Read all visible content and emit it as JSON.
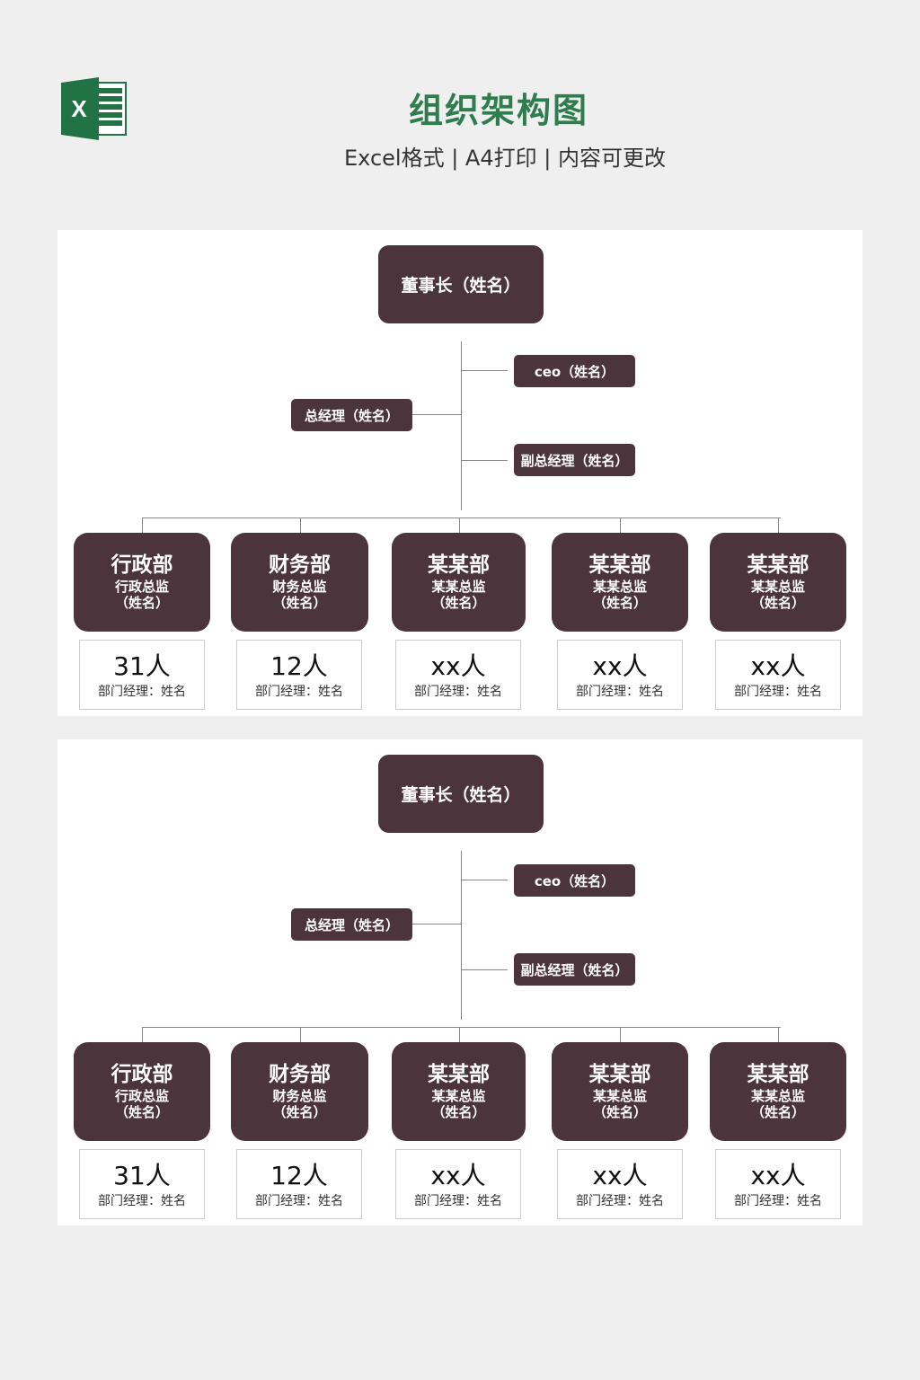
{
  "header": {
    "title": "组织架构图",
    "subtitle": "Excel格式 | A4打印 | 内容可更改",
    "logo_icon": "excel-icon",
    "logo_letter": "X"
  },
  "colors": {
    "box": "#4c343c",
    "title": "#2f7d4f"
  },
  "chart": {
    "chairman": "董事长（姓名）",
    "ceo": "ceo（姓名）",
    "general_manager": "总经理（姓名）",
    "deputy_manager": "副总经理（姓名）",
    "departments": [
      {
        "name": "行政部",
        "director": "行政总监",
        "person": "（姓名）",
        "count": "31人",
        "manager": "部门经理：姓名"
      },
      {
        "name": "财务部",
        "director": "财务总监",
        "person": "（姓名）",
        "count": "12人",
        "manager": "部门经理：姓名"
      },
      {
        "name": "某某部",
        "director": "某某总监",
        "person": "（姓名）",
        "count": "xx人",
        "manager": "部门经理：姓名"
      },
      {
        "name": "某某部",
        "director": "某某总监",
        "person": "（姓名）",
        "count": "xx人",
        "manager": "部门经理：姓名"
      },
      {
        "name": "某某部",
        "director": "某某总监",
        "person": "（姓名）",
        "count": "xx人",
        "manager": "部门经理：姓名"
      }
    ]
  }
}
